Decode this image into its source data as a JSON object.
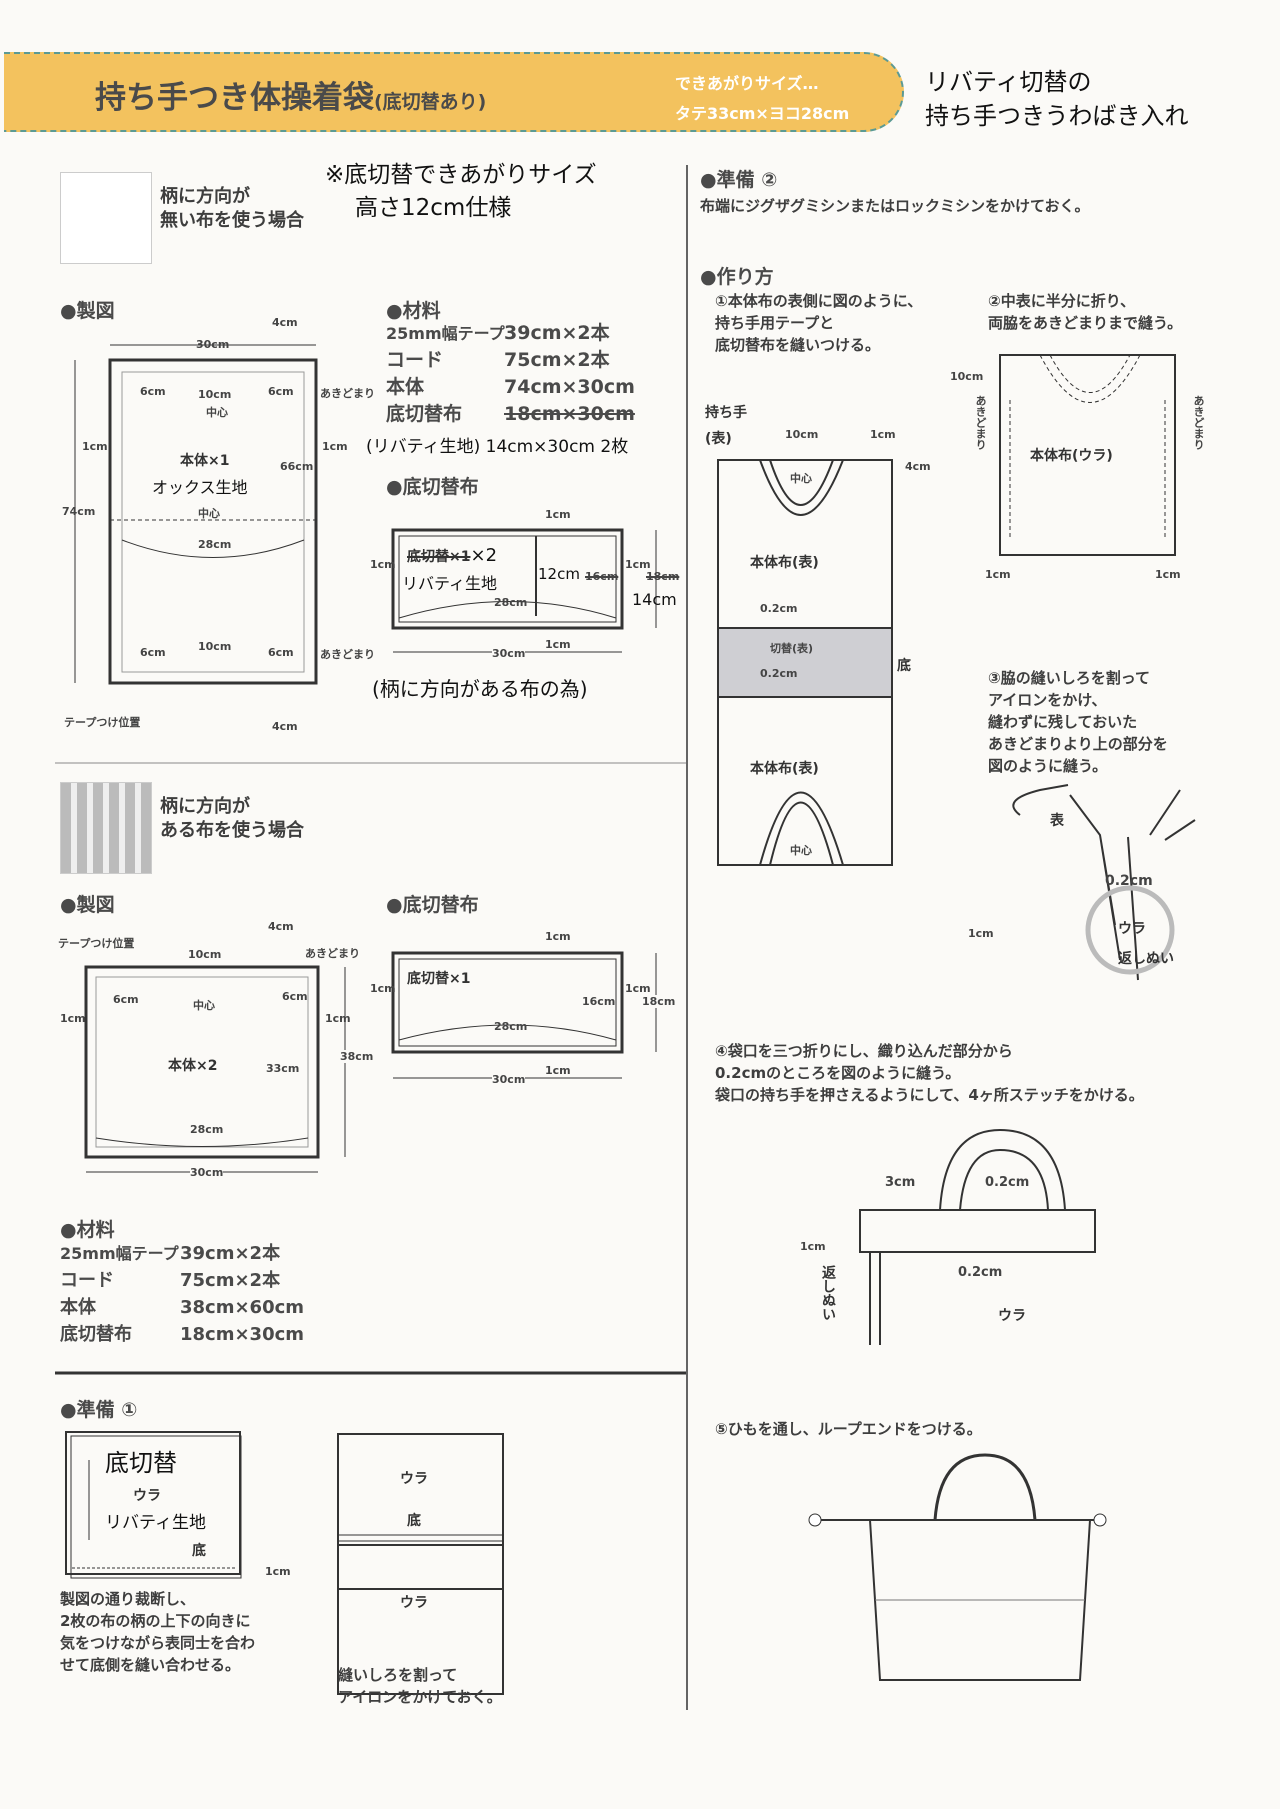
{
  "header": {
    "title": "持ち手つき体操着袋",
    "subtitle": "(底切替あり)",
    "size_label": "できあがりサイズ…",
    "size_value": "タテ33cm×ヨコ28cm",
    "note_line1": "リバティ切替の",
    "note_line2": "持ち手つきうわばき入れ"
  },
  "section_a": {
    "case_line1": "柄に方向が",
    "case_line2": "無い布を使う場合",
    "note_line1": "※底切替できあがりサイズ",
    "note_line2": "高さ12cm仕様",
    "pattern_heading": "●製図",
    "pattern": {
      "width": "30cm",
      "tape": "4cm",
      "side_left": "6cm",
      "handle": "10cm",
      "center": "中心",
      "side_right": "6cm",
      "stop": "あきどまり",
      "seam_left": "1cm",
      "seam_right": "1cm",
      "height": "74cm",
      "piece": "本体×1",
      "fabric": "オックス生地",
      "inner_height": "66cm",
      "center2": "中心",
      "inner_width": "28cm",
      "b_left": "6cm",
      "b_handle": "10cm",
      "b_right": "6cm",
      "b_stop": "あきどまり",
      "tape_pos": "テープつけ位置",
      "b_tape": "4cm"
    },
    "materials_heading": "●材料",
    "materials": [
      {
        "name": "25mm幅テープ",
        "value": "39cm×2本"
      },
      {
        "name": "コード",
        "value": "75cm×2本"
      },
      {
        "name": "本体",
        "value": "74cm×30cm"
      },
      {
        "name": "底切替布",
        "value": "18cm×30cm"
      }
    ],
    "liberty_note": "(リバティ生地) 14cm×30cm 2枚",
    "bottom_heading": "●底切替布",
    "bottom": {
      "top_seam": "1cm",
      "left_seam": "1cm",
      "right_seam": "1cm",
      "bottom_seam": "1cm",
      "label_old": "底切替×1",
      "label_new": "×2",
      "fabric": "リバティ生地",
      "height_new": "12cm",
      "height_old": "16cm",
      "total_old": "18cm",
      "total_new": "14cm",
      "inner_width": "28cm",
      "width": "30cm"
    },
    "bottom_note": "(柄に方向がある布の為)"
  },
  "section_b": {
    "case_line1": "柄に方向が",
    "case_line2": "ある布を使う場合",
    "pattern_heading": "●製図",
    "pattern": {
      "tape_pos": "テープつけ位置",
      "tape": "4cm",
      "stop": "あきどまり",
      "handle": "10cm",
      "side_left": "6cm",
      "center": "中心",
      "side_right": "6cm",
      "seam_left": "1cm",
      "seam_right": "1cm",
      "piece": "本体×2",
      "inner_height": "33cm",
      "height": "38cm",
      "inner_width": "28cm",
      "width": "30cm"
    },
    "bottom_heading": "●底切替布",
    "bottom": {
      "top_seam": "1cm",
      "left_seam": "1cm",
      "right_seam": "1cm",
      "bottom_seam": "1cm",
      "label": "底切替×1",
      "inner_height": "16cm",
      "height": "18cm",
      "inner_width": "28cm",
      "width": "30cm"
    },
    "materials_heading": "●材料",
    "materials": [
      {
        "name": "25mm幅テープ",
        "value": "39cm×2本"
      },
      {
        "name": "コード",
        "value": "75cm×2本"
      },
      {
        "name": "本体",
        "value": "38cm×60cm"
      },
      {
        "name": "底切替布",
        "value": "18cm×30cm"
      }
    ]
  },
  "prep1": {
    "heading": "●準備 ①",
    "fig1": {
      "title": "底切替",
      "ura": "ウラ",
      "fabric": "リバティ生地",
      "bottom": "底",
      "seam": "1cm"
    },
    "fig1_text": [
      "製図の通り裁断し、",
      "2枚の布の柄の上下の向きに",
      "気をつけながら表同士を合わ",
      "せて底側を縫い合わせる。"
    ],
    "fig2": {
      "ura_top": "ウラ",
      "bottom": "底",
      "ura_bottom": "ウラ"
    },
    "fig2_text": [
      "縫いしろを割って",
      "アイロンをかけておく。"
    ]
  },
  "prep2": {
    "heading": "●準備 ②",
    "text": "布端にジグザグミシンまたはロックミシンをかけておく。"
  },
  "howto": {
    "heading": "●作り方",
    "step1": [
      "①本体布の表側に図のように、",
      "持ち手用テープと",
      "底切替布を縫いつける。"
    ],
    "step1_fig": {
      "handle": "持ち手",
      "handle2": "(表)",
      "handle_w": "10cm",
      "gap": "1cm",
      "tape": "4cm",
      "center": "中心",
      "body_top": "本体布(表)",
      "stitch1": "0.2cm",
      "band": "切替(表)",
      "stitch2": "0.2cm",
      "bottom": "底",
      "body_bottom": "本体布(表)",
      "center2": "中心"
    },
    "step2": [
      "②中表に半分に折り、",
      "両脇をあきどまりまで縫う。"
    ],
    "step2_fig": {
      "top": "10cm",
      "stop_left": "あきどまり",
      "stop_right": "あきどまり",
      "body": "本体布(ウラ)",
      "seam_left": "1cm",
      "seam_right": "1cm"
    },
    "step3": [
      "③脇の縫いしろを割って",
      "アイロンをかけ、",
      "縫わずに残しておいた",
      "あきどまりより上の部分を",
      "図のように縫う。"
    ],
    "step3_fig": {
      "face": "表",
      "stitch": "0.2cm",
      "seam": "1cm",
      "back": "ウラ",
      "backstitch": "返しぬい"
    },
    "step4": [
      "④袋口を三つ折りにし、織り込んだ部分から",
      "0.2cmのところを図のように縫う。",
      "袋口の持ち手を押さえるようにして、4ヶ所ステッチをかける。"
    ],
    "step4_fig": {
      "fold": "3cm",
      "stitch_top": "0.2cm",
      "seam": "1cm",
      "backstitch": "返しぬい",
      "stitch_bottom": "0.2cm",
      "back": "ウラ"
    },
    "step5": "⑤ひもを通し、ループエンドをつける。"
  }
}
